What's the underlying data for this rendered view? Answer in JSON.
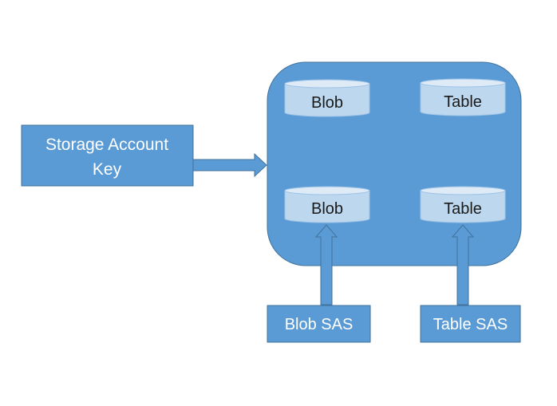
{
  "storage_account_key": {
    "line1": "Storage Account",
    "line2": "Key"
  },
  "containers": {
    "blob_top": "Blob",
    "table_top": "Table",
    "blob_bottom": "Blob",
    "table_bottom": "Table"
  },
  "sas": {
    "blob": "Blob SAS",
    "table": "Table SAS"
  },
  "colors": {
    "shape_fill": "#5b9bd5",
    "shape_stroke": "#41719c",
    "cylinder_fill": "#bdd7ee",
    "cylinder_top": "#deebf7",
    "cylinder_stroke": "#9dc3e6"
  }
}
